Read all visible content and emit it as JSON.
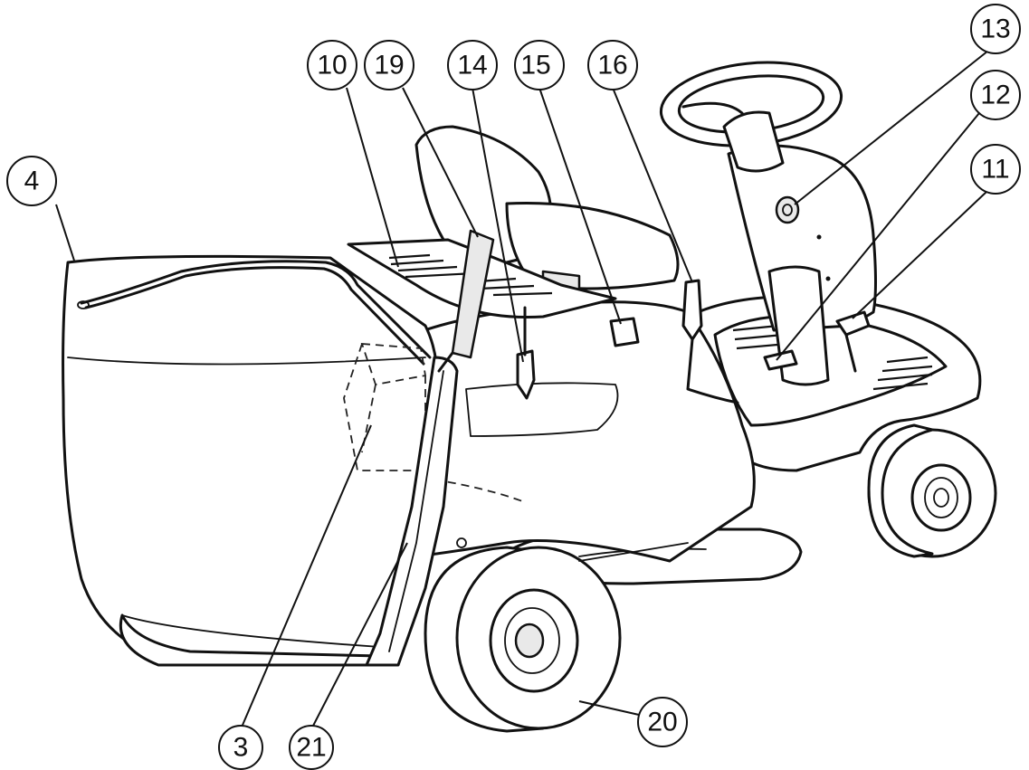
{
  "callouts": [
    {
      "id": "c4",
      "label": "4"
    },
    {
      "id": "c10",
      "label": "10"
    },
    {
      "id": "c19",
      "label": "19"
    },
    {
      "id": "c14",
      "label": "14"
    },
    {
      "id": "c15",
      "label": "15"
    },
    {
      "id": "c16",
      "label": "16"
    },
    {
      "id": "c13",
      "label": "13"
    },
    {
      "id": "c12",
      "label": "12"
    },
    {
      "id": "c11",
      "label": "11"
    },
    {
      "id": "c3",
      "label": "3"
    },
    {
      "id": "c21",
      "label": "21"
    },
    {
      "id": "c20",
      "label": "20"
    }
  ]
}
